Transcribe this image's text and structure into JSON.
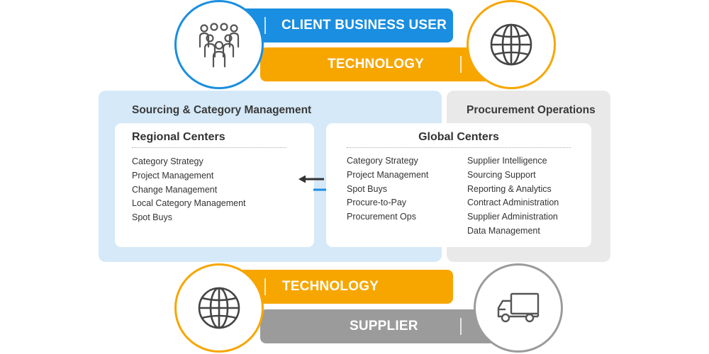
{
  "banners": {
    "client_business_user": "CLIENT BUSINESS USER",
    "technology_top": "TECHNOLOGY",
    "technology_bottom": "TECHNOLOGY",
    "supplier": "SUPPLIER"
  },
  "icons": {
    "people": "people-group-icon",
    "globe_top": "globe-icon",
    "globe_bottom": "globe-icon",
    "truck": "truck-icon",
    "arrow_left": "arrow-left-icon",
    "arrow_right": "arrow-right-icon"
  },
  "colors": {
    "blue": "#1a8ee0",
    "orange": "#f7a600",
    "grey": "#9b9b9b",
    "panel_blue": "#d5e9f8",
    "panel_grey": "#e9e9e9"
  },
  "sourcing_panel": {
    "title": "Sourcing & Category Management",
    "regional": {
      "title": "Regional Centers",
      "items": [
        "Category Strategy",
        "Project Management",
        "Change Management",
        "Local Category Management",
        "Spot Buys"
      ]
    }
  },
  "operations_panel": {
    "title": "Procurement Operations"
  },
  "global": {
    "title": "Global Centers",
    "left_items": [
      "Category Strategy",
      "Project Management",
      "Spot Buys",
      "Procure-to-Pay",
      "Procurement Ops"
    ],
    "right_items": [
      "Supplier Intelligence",
      "Sourcing Support",
      "Reporting & Analytics",
      "Contract Administration",
      "Supplier Administration",
      "Data Management"
    ]
  }
}
